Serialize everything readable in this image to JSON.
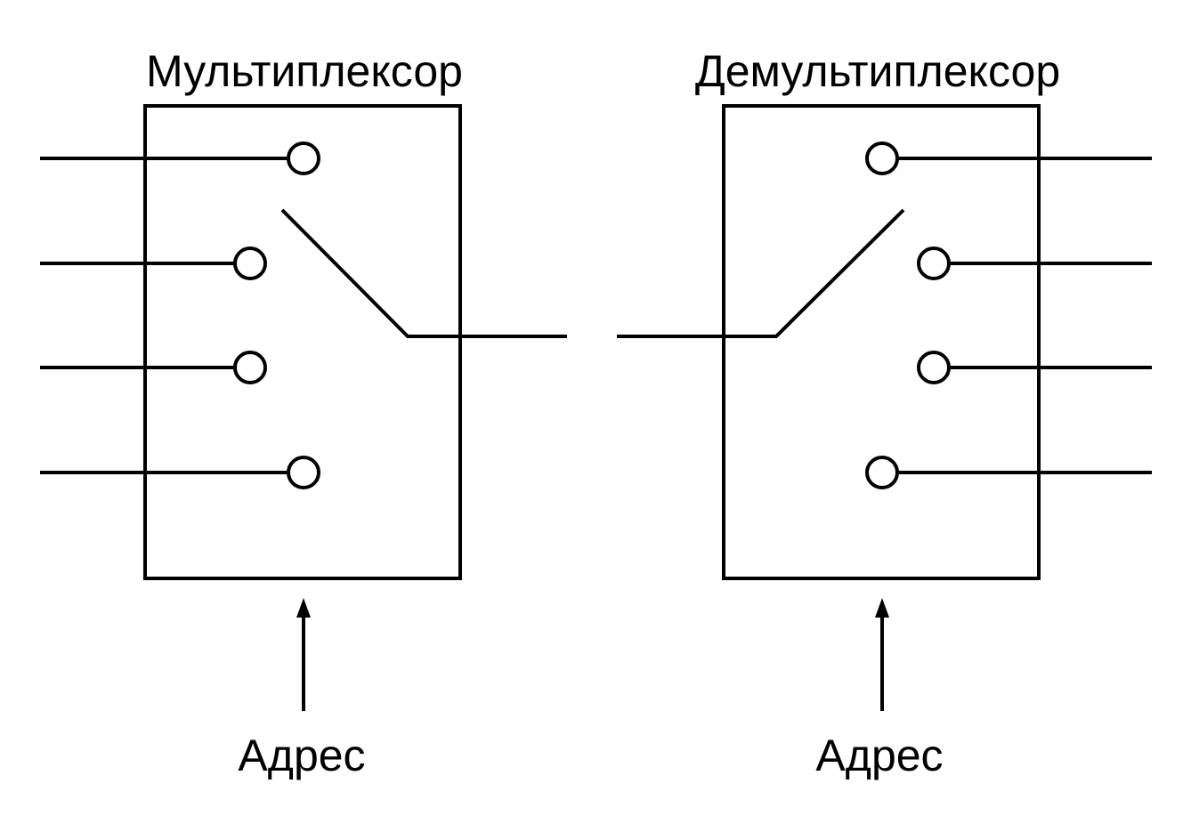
{
  "multiplexer": {
    "title": "Мультиплексор",
    "address_label": "Адрес"
  },
  "demultiplexer": {
    "title": "Демультиплексор",
    "address_label": "Адрес"
  },
  "style": {
    "line_color": "#000000",
    "background": "#ffffff"
  }
}
